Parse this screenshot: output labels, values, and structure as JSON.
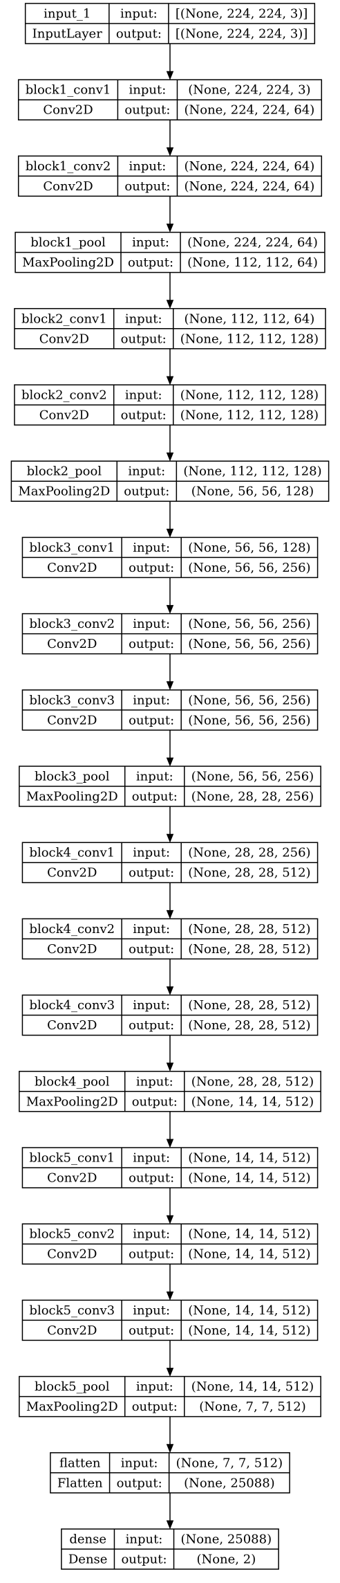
{
  "diagram": {
    "input_label": "input:",
    "output_label": "output:",
    "layers": [
      {
        "name": "input_1",
        "type": "InputLayer",
        "input_shape": "[(None, 224, 224, 3)]",
        "output_shape": "[(None, 224, 224, 3)]"
      },
      {
        "name": "block1_conv1",
        "type": "Conv2D",
        "input_shape": "(None, 224, 224, 3)",
        "output_shape": "(None, 224, 224, 64)"
      },
      {
        "name": "block1_conv2",
        "type": "Conv2D",
        "input_shape": "(None, 224, 224, 64)",
        "output_shape": "(None, 224, 224, 64)"
      },
      {
        "name": "block1_pool",
        "type": "MaxPooling2D",
        "input_shape": "(None, 224, 224, 64)",
        "output_shape": "(None, 112, 112, 64)"
      },
      {
        "name": "block2_conv1",
        "type": "Conv2D",
        "input_shape": "(None, 112, 112, 64)",
        "output_shape": "(None, 112, 112, 128)"
      },
      {
        "name": "block2_conv2",
        "type": "Conv2D",
        "input_shape": "(None, 112, 112, 128)",
        "output_shape": "(None, 112, 112, 128)"
      },
      {
        "name": "block2_pool",
        "type": "MaxPooling2D",
        "input_shape": "(None, 112, 112, 128)",
        "output_shape": "(None, 56, 56, 128)"
      },
      {
        "name": "block3_conv1",
        "type": "Conv2D",
        "input_shape": "(None, 56, 56, 128)",
        "output_shape": "(None, 56, 56, 256)"
      },
      {
        "name": "block3_conv2",
        "type": "Conv2D",
        "input_shape": "(None, 56, 56, 256)",
        "output_shape": "(None, 56, 56, 256)"
      },
      {
        "name": "block3_conv3",
        "type": "Conv2D",
        "input_shape": "(None, 56, 56, 256)",
        "output_shape": "(None, 56, 56, 256)"
      },
      {
        "name": "block3_pool",
        "type": "MaxPooling2D",
        "input_shape": "(None, 56, 56, 256)",
        "output_shape": "(None, 28, 28, 256)"
      },
      {
        "name": "block4_conv1",
        "type": "Conv2D",
        "input_shape": "(None, 28, 28, 256)",
        "output_shape": "(None, 28, 28, 512)"
      },
      {
        "name": "block4_conv2",
        "type": "Conv2D",
        "input_shape": "(None, 28, 28, 512)",
        "output_shape": "(None, 28, 28, 512)"
      },
      {
        "name": "block4_conv3",
        "type": "Conv2D",
        "input_shape": "(None, 28, 28, 512)",
        "output_shape": "(None, 28, 28, 512)"
      },
      {
        "name": "block4_pool",
        "type": "MaxPooling2D",
        "input_shape": "(None, 28, 28, 512)",
        "output_shape": "(None, 14, 14, 512)"
      },
      {
        "name": "block5_conv1",
        "type": "Conv2D",
        "input_shape": "(None, 14, 14, 512)",
        "output_shape": "(None, 14, 14, 512)"
      },
      {
        "name": "block5_conv2",
        "type": "Conv2D",
        "input_shape": "(None, 14, 14, 512)",
        "output_shape": "(None, 14, 14, 512)"
      },
      {
        "name": "block5_conv3",
        "type": "Conv2D",
        "input_shape": "(None, 14, 14, 512)",
        "output_shape": "(None, 14, 14, 512)"
      },
      {
        "name": "block5_pool",
        "type": "MaxPooling2D",
        "input_shape": "(None, 14, 14, 512)",
        "output_shape": "(None, 7, 7, 512)"
      },
      {
        "name": "flatten",
        "type": "Flatten",
        "input_shape": "(None, 7, 7, 512)",
        "output_shape": "(None, 25088)"
      },
      {
        "name": "dense",
        "type": "Dense",
        "input_shape": "(None, 25088)",
        "output_shape": "(None, 2)"
      }
    ]
  }
}
